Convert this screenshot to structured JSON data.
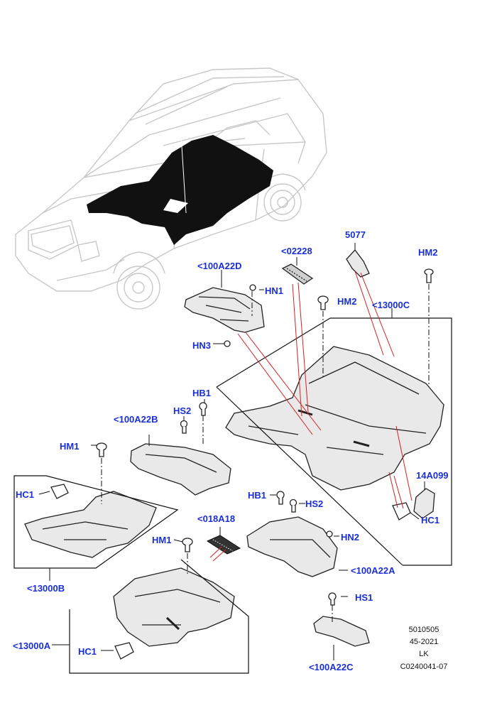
{
  "colors": {
    "callout": "#1a2fd6",
    "line": "#111111",
    "leader_red": "#d42020",
    "part_fill": "#e9e9e9",
    "part_stroke": "#222222",
    "vehicle_stroke": "#c8c8c8",
    "carpet_fill": "#111111"
  },
  "callouts": {
    "c5077": "5077",
    "c02228": "<02228",
    "hm2_top": "HM2",
    "a22d": "<100A22D",
    "hn1": "HN1",
    "hm2_mid": "HM2",
    "c13000c": "<13000C",
    "hn3": "HN3",
    "hb1_left": "HB1",
    "hs2_left": "HS2",
    "a22b": "<100A22B",
    "hm1_left": "HM1",
    "c14a099": "14A099",
    "hc1_left": "HC1",
    "hc1_right": "HC1",
    "hb1_mid": "HB1",
    "hs2_mid": "HS2",
    "c018a18": "<018A18",
    "hm1_mid": "HM1",
    "hn2": "HN2",
    "a22a": "<100A22A",
    "c13000b": "<13000B",
    "hs1": "HS1",
    "c13000a": "<13000A",
    "hc1_bottom": "HC1",
    "a22c": "<100A22C"
  },
  "reference": {
    "line1": "5010505",
    "line2": "45-2021",
    "line3": "LK",
    "line4": "C0240041-07"
  }
}
